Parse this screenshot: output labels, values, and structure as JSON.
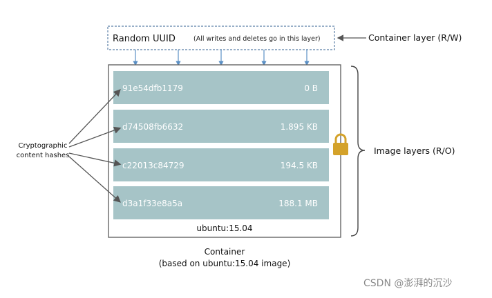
{
  "container_layer": {
    "title": "Random UUID",
    "note": "(All writes and deletes go in this layer)",
    "label": "Container layer (R/W)"
  },
  "image_layers": {
    "label": "Image layers (R/O)",
    "layers": [
      {
        "hash": "91e54dfb1179",
        "size": "0 B"
      },
      {
        "hash": "d74508fb6632",
        "size": "1.895 KB"
      },
      {
        "hash": "c22013c84729",
        "size": "194.5 KB"
      },
      {
        "hash": "d3a1f33e8a5a",
        "size": "188.1 MB"
      }
    ],
    "image_name": "ubuntu:15.04"
  },
  "hashes_label": {
    "line1": "Cryptographic",
    "line2": "content hashes"
  },
  "container_caption": {
    "line1": "Container",
    "line2": "(based on ubuntu:15.04 image)"
  },
  "watermark": "CSDN @澎湃的沉沙",
  "colors": {
    "layer_fill": "#a6c4c7",
    "layer_text": "#ffffff",
    "dashed_border": "#5a7fa6",
    "arrow": "#5a8fc4",
    "lock": "#d4a22a"
  },
  "icons": {
    "lock": "lock-icon",
    "brace": "right-brace-icon"
  }
}
